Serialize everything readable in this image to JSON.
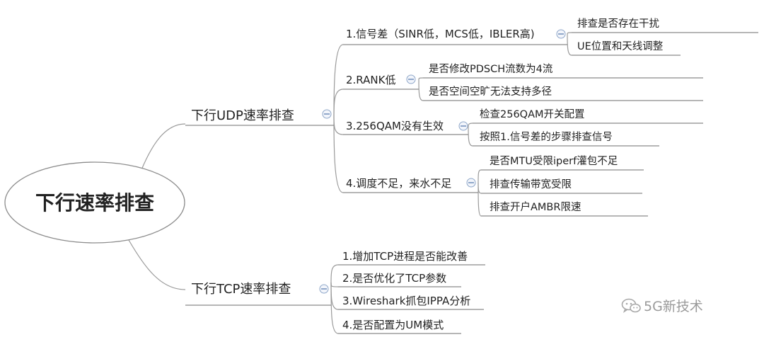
{
  "root": {
    "label": "下行速率排查"
  },
  "branches": [
    {
      "label": "下行UDP速率排查",
      "children": [
        {
          "label": "1.信号差（SINR低，MCS低，IBLER高)",
          "children": [
            "排查是否存在干扰",
            "UE位置和天线调整"
          ]
        },
        {
          "label": "2.RANK低",
          "children": [
            "是否修改PDSCH流数为4流",
            "是否空间空旷无法支持多径"
          ]
        },
        {
          "label": "3.256QAM没有生效",
          "children": [
            "检查256QAM开关配置",
            "按照1.信号差的步骤排查信号"
          ]
        },
        {
          "label": "4.调度不足，来水不足",
          "children": [
            "是否MTU受限iperf灌包不足",
            "排查传输带宽受限",
            "排查开户AMBR限速"
          ]
        }
      ]
    },
    {
      "label": "下行TCP速率排查",
      "children": [
        {
          "label": "1.增加TCP进程是否能改善",
          "children": []
        },
        {
          "label": "2.是否优化了TCP参数",
          "children": []
        },
        {
          "label": "3.Wireshark抓包IPPA分析",
          "children": []
        },
        {
          "label": "4.是否配置为UM模式",
          "children": []
        }
      ]
    }
  ],
  "watermark": {
    "label": "5G新技术",
    "icon": "wechat-icon"
  }
}
